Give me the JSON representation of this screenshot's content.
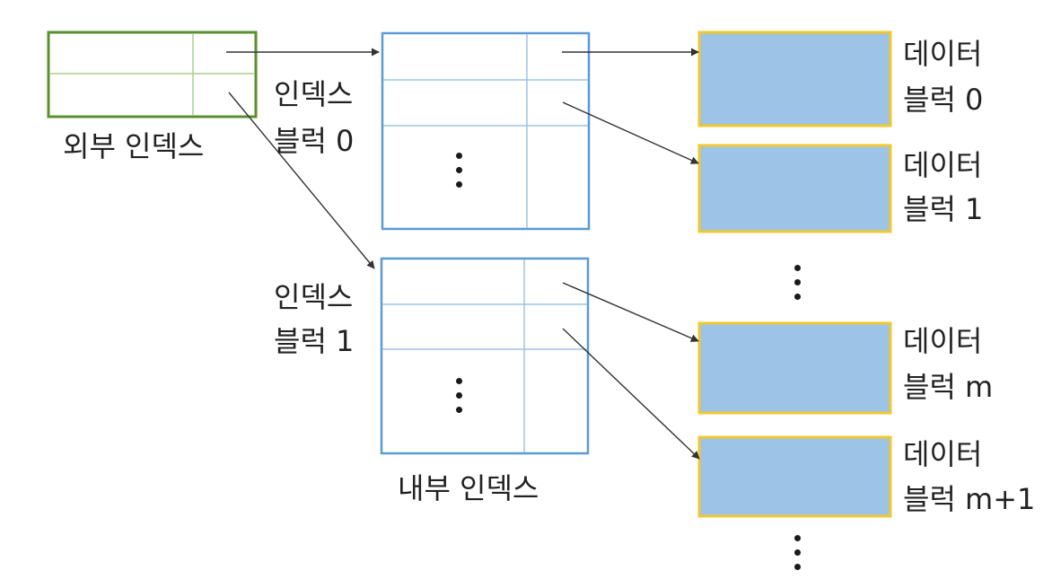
{
  "outer_index": {
    "label": "외부 인덱스"
  },
  "inner_index": {
    "group_label": "내부 인덱스",
    "blocks": [
      {
        "label_line1": "인덱스",
        "label_line2": "블럭 0"
      },
      {
        "label_line1": "인덱스",
        "label_line2": "블럭 1"
      }
    ]
  },
  "data_blocks": [
    {
      "label_line1": "데이터",
      "label_line2": "블럭 0"
    },
    {
      "label_line1": "데이터",
      "label_line2": "블럭 1"
    },
    {
      "label_line1": "데이터",
      "label_line2": "블럭 m"
    },
    {
      "label_line1": "데이터",
      "label_line2": "블럭 m+1"
    }
  ],
  "colors": {
    "outer_border": "#5a8f2e",
    "inner_border": "#5b9bd5",
    "data_fill": "#9dc3e6",
    "data_border": "#f2c82f",
    "arrow": "#333333",
    "grid_line_outer": "#a9d18e",
    "grid_line_inner": "#9dc3e6"
  }
}
